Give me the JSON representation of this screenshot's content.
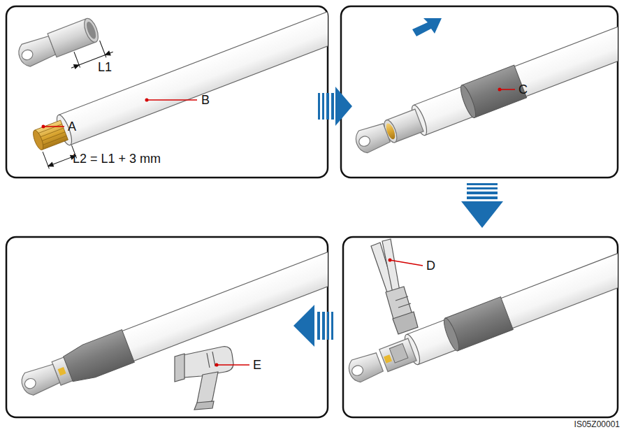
{
  "diagram": {
    "labels": [
      "L1",
      "B",
      "A",
      "L2 = L1 + 3 mm",
      "C",
      "D",
      "E",
      "IS05Z00001"
    ]
  }
}
